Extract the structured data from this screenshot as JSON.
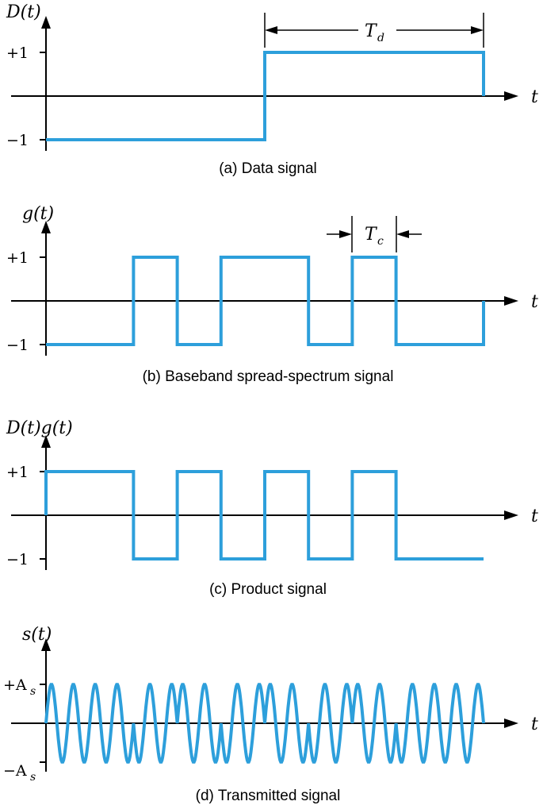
{
  "panels": [
    {
      "id": "a",
      "ylabel": "D(t)",
      "top_label": "+1",
      "bottom_label": "−1",
      "x_label": "t",
      "caption": "(a) Data signal",
      "dimension": {
        "symbol": "T",
        "subscript": "d"
      },
      "chips": [
        -1,
        -1,
        -1,
        -1,
        -1,
        1,
        1,
        1,
        1,
        1
      ]
    },
    {
      "id": "b",
      "ylabel": "g(t)",
      "top_label": "+1",
      "bottom_label": "−1",
      "x_label": "t",
      "caption": "(b) Baseband spread-spectrum signal",
      "dimension": {
        "symbol": "T",
        "subscript": "c"
      },
      "chips": [
        -1,
        -1,
        1,
        -1,
        1,
        1,
        -1,
        1,
        -1,
        -1
      ]
    },
    {
      "id": "c",
      "ylabel": "D(t)g(t)",
      "top_label": "+1",
      "bottom_label": "−1",
      "x_label": "t",
      "caption": "(c) Product signal",
      "chips": [
        1,
        1,
        -1,
        1,
        -1,
        1,
        -1,
        1,
        -1,
        -1
      ]
    },
    {
      "id": "d",
      "ylabel": "s(t)",
      "top_label": "+A",
      "top_label_sub": "s",
      "bottom_label": "−A",
      "bottom_label_sub": "s",
      "x_label": "t",
      "caption": "(d) Transmitted signal",
      "cycles_per_chip": 2,
      "chips": [
        1,
        1,
        -1,
        1,
        -1,
        1,
        -1,
        1,
        -1,
        -1
      ]
    }
  ],
  "colors": {
    "waveform": "#2d9fdb",
    "axis": "#000000"
  }
}
